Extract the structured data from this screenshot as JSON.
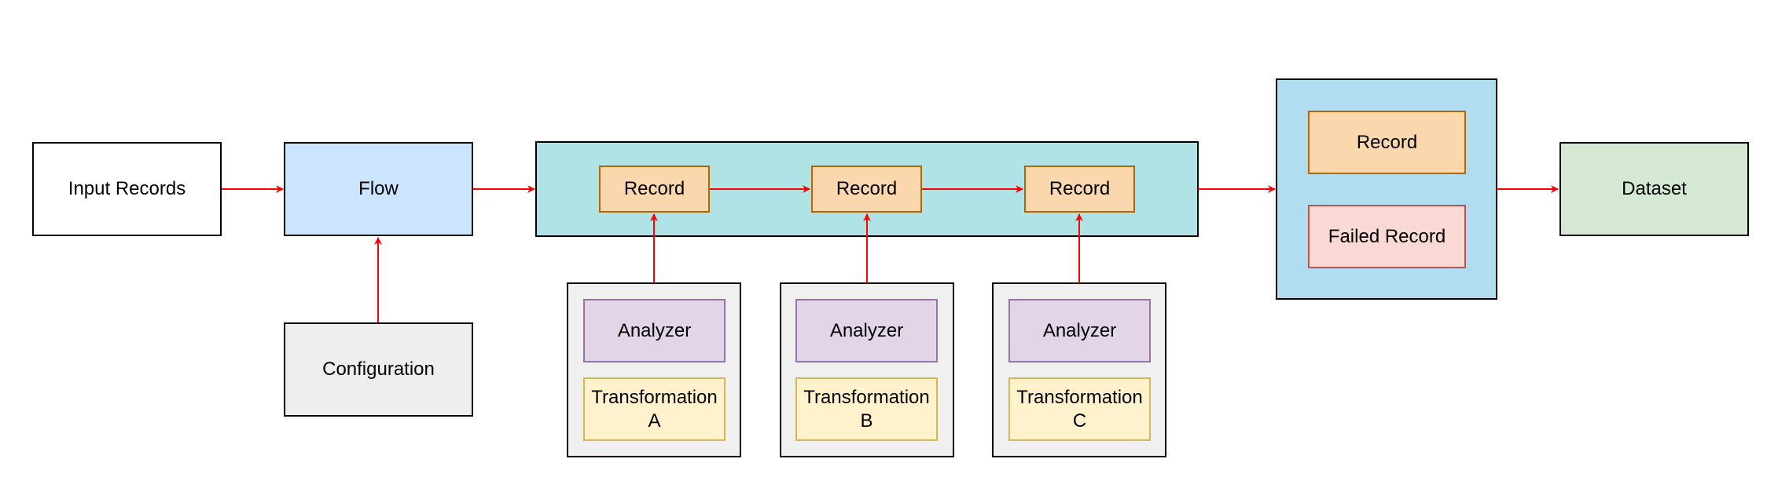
{
  "nodes": {
    "input_records": "Input Records",
    "flow": "Flow",
    "configuration": "Configuration",
    "record_1": "Record",
    "record_2": "Record",
    "record_3": "Record",
    "analyzer_1": "Analyzer",
    "analyzer_2": "Analyzer",
    "analyzer_3": "Analyzer",
    "transformation_a": "Transformation\nA",
    "transformation_b": "Transformation\nB",
    "transformation_c": "Transformation\nC",
    "output_record": "Record",
    "failed_record": "Failed Record",
    "dataset": "Dataset"
  },
  "colors": {
    "arrow": "#ff0000",
    "input_fill": "#ffffff",
    "flow_fill": "#cce5ff",
    "config_fill": "#eeeeee",
    "pipeline_fill": "#b0e3e6",
    "record_fill": "#fad7ac",
    "analyzer_fill": "#e1d5e7",
    "transformation_fill": "#fff2cc",
    "group_fill": "#f0f0f0",
    "output_fill": "#b1ddf0",
    "failed_fill": "#fad9d5",
    "dataset_fill": "#d5e8d4"
  }
}
